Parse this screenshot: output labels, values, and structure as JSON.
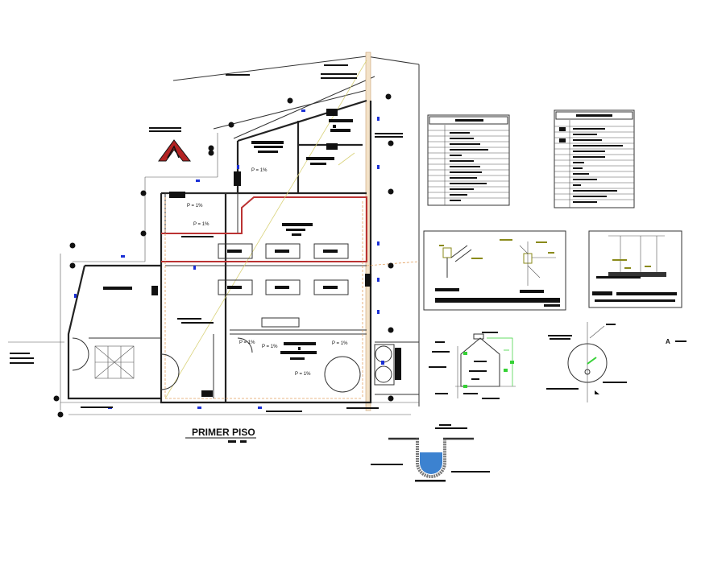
{
  "drawing": {
    "title": "PRIMER PISO",
    "section_marker": "A",
    "slope_label": "P = 1%",
    "colors": {
      "walls": "#222222",
      "drain_line": "#b33333",
      "water_line": "#d9d27a",
      "fixture_markers": "#1a2fd6",
      "dimension_markers": "#35d135",
      "north_arrow": "#b32222"
    },
    "icons": [
      "north-arrow-icon",
      "grid-bubble-icon",
      "water-tank-icon",
      "cistern-icon",
      "legend-table-icon"
    ]
  }
}
